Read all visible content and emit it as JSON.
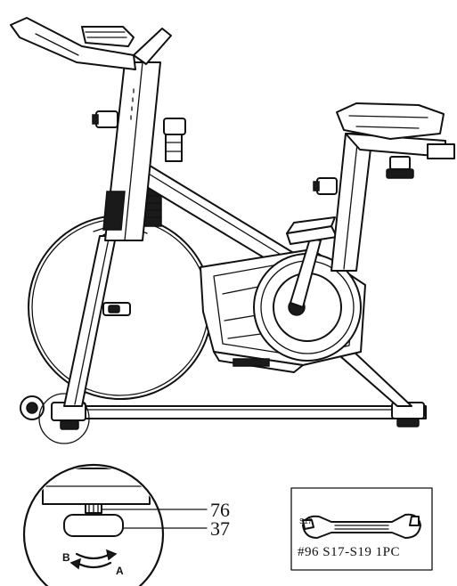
{
  "callouts": [
    {
      "id": "76",
      "label": "76"
    },
    {
      "id": "37",
      "label": "37"
    }
  ],
  "rotation": {
    "from": "B",
    "to": "A"
  },
  "tool": {
    "label": "#96  S17-S19  1PC",
    "jaw_mark": "S17"
  }
}
